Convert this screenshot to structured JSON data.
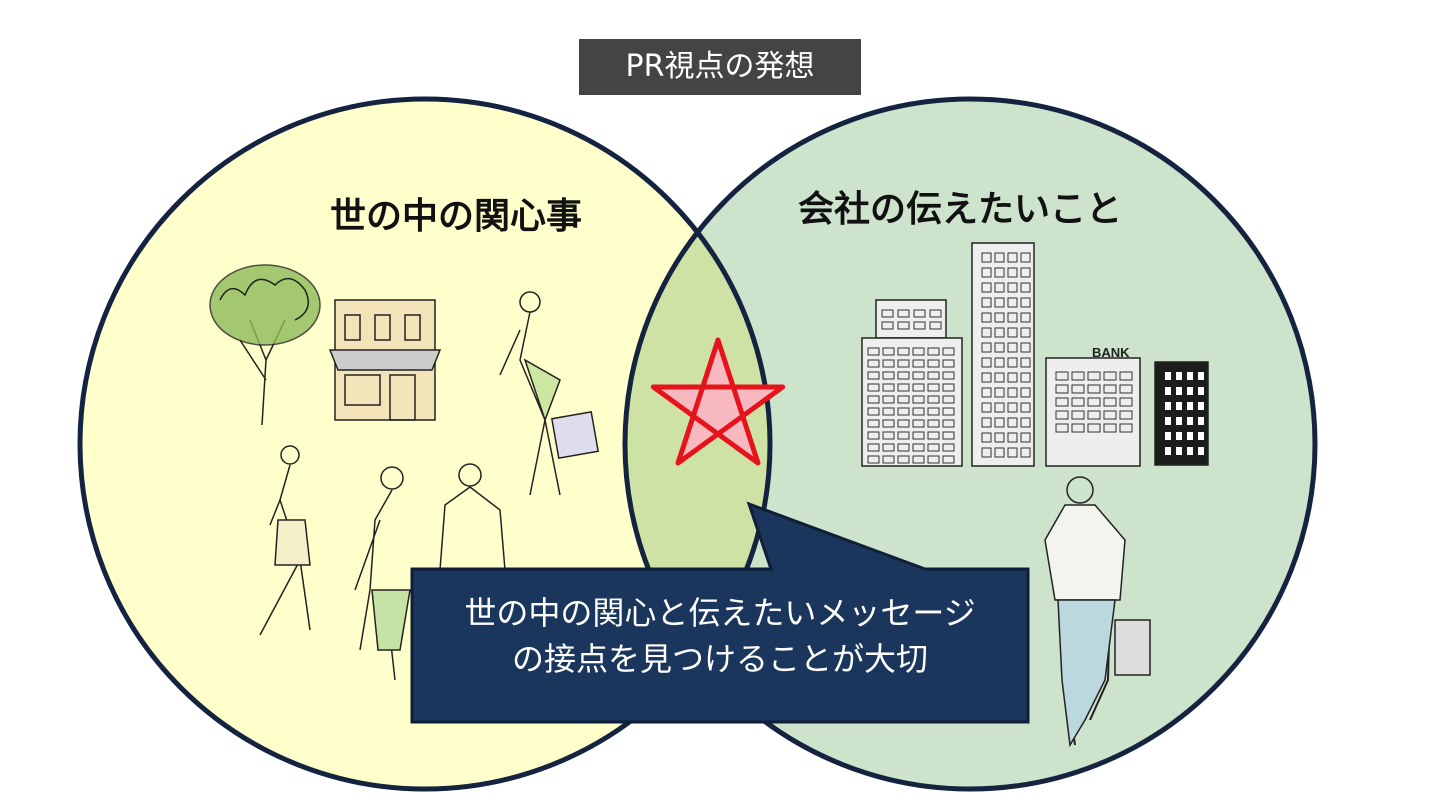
{
  "title": "PR視点の発想",
  "left_circle": {
    "label": "世の中の関心事",
    "color": "#ffffcc"
  },
  "right_circle": {
    "label": "会社の伝えたいこと",
    "color": "#cde3cc"
  },
  "overlap_color": "#cde2a4",
  "bank_sign": "BANK",
  "callout": {
    "line1": "世の中の関心と伝えたいメッセージ",
    "line2": "の接点を見つけることが大切",
    "color": "#1b365d"
  }
}
